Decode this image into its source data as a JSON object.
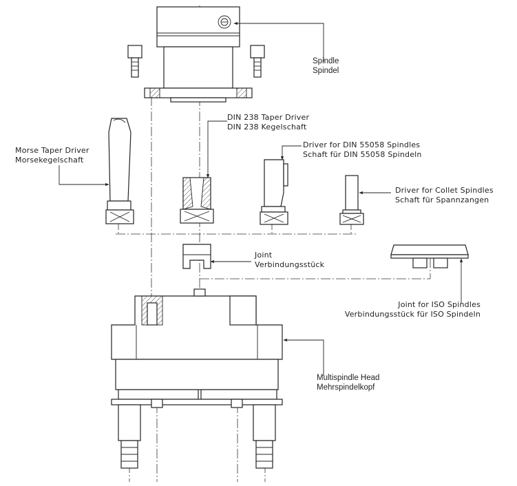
{
  "labels": {
    "spindle": {
      "en": "Spindle",
      "de": "Spindel"
    },
    "din238": {
      "en": "DIN 238 Taper Driver",
      "de": "DIN 238 Kegelschaft"
    },
    "morse": {
      "en": "Morse Taper Driver",
      "de": "Morsekegelschaft"
    },
    "din55058": {
      "en": "Driver for DIN 55058 Spindles",
      "de": "Schaft für DIN 55058 Spindeln"
    },
    "collet": {
      "en": "Driver for Collet Spindles",
      "de": "Schaft für Spannzangen"
    },
    "joint": {
      "en": "Joint",
      "de": "Verbindungsstück"
    },
    "joint_iso": {
      "en": "Joint for ISO Spindles",
      "de": "Verbindungsstück für ISO Spindeln"
    },
    "head": {
      "en": "Multispindle Head",
      "de": "Mehrspindelkopf"
    }
  }
}
